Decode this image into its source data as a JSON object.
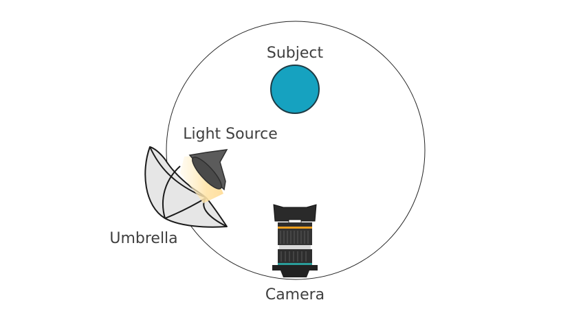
{
  "diagram": {
    "labels": {
      "subject": "Subject",
      "light_source": "Light Source",
      "umbrella": "Umbrella",
      "camera": "Camera"
    },
    "colors": {
      "background": "#ffffff",
      "ring": "#222222",
      "subject_fill": "#16a2c0",
      "subject_stroke": "#1d3b45",
      "light_head": "#5b5b5b",
      "light_glow": "#ffe9b8",
      "umbrella_fill": "#e6e6e6",
      "umbrella_stroke": "#1a1a1a",
      "camera_body": "#2a2a2a",
      "camera_ring_accent": "#f0a020",
      "camera_ring_teal": "#2a9d9a",
      "label_text": "#3f3f3f"
    },
    "icons": [
      "subject-circle",
      "light-source-icon",
      "umbrella-icon",
      "camera-icon"
    ]
  }
}
